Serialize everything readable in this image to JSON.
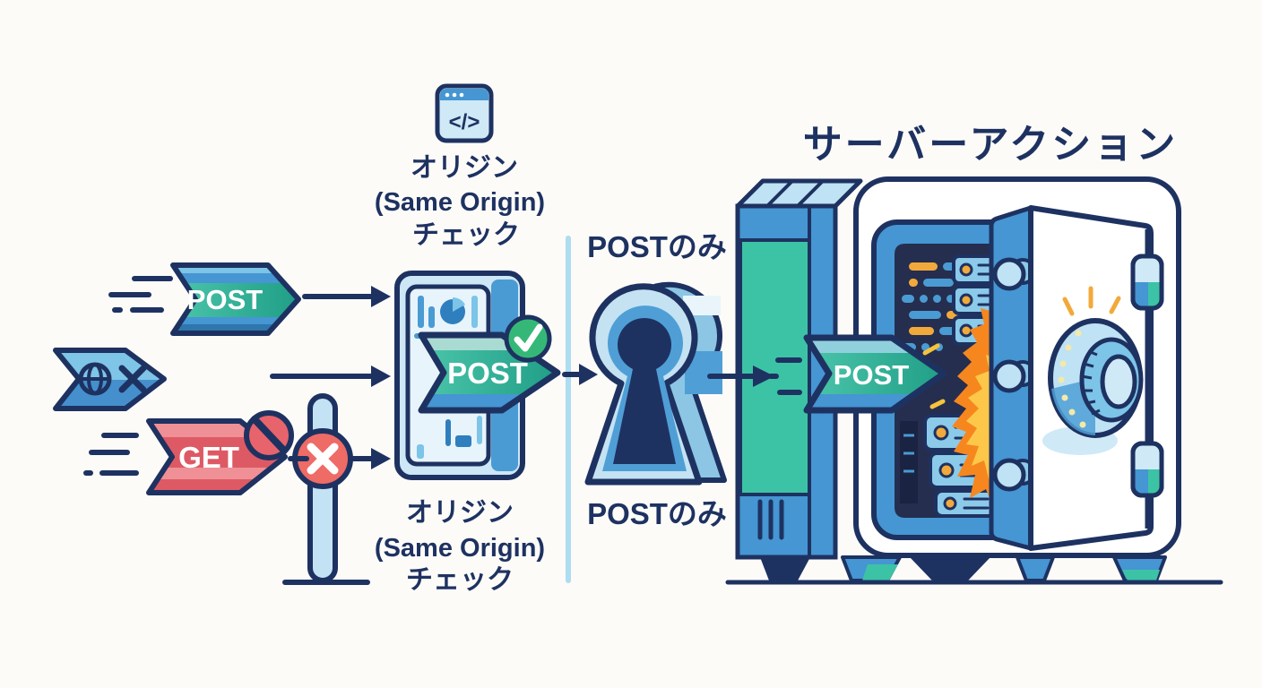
{
  "title": "サーバーアクション",
  "origin_check_top": {
    "line1": "オリジン",
    "line2": "(Same Origin)",
    "line3": "チェック"
  },
  "origin_check_bottom": {
    "line1": "オリジン",
    "line2": "(Same Origin)",
    "line3": "チェック"
  },
  "flow": {
    "post_only_top": "POSTのみ",
    "post_only_bottom": "POSTのみ"
  },
  "badges": {
    "post_incoming": {
      "label": "POST"
    },
    "get_blocked": {
      "label": "GET"
    },
    "post_same_origin": {
      "label": "POST"
    },
    "post_to_server": {
      "label": "POST"
    }
  },
  "icons": {
    "code-window-icon": "</>",
    "globe-cross-icon": "globe with cross (cross-origin request)",
    "prohibition-icon": "no-entry sign",
    "cross-circle-icon": "✕",
    "check-circle-icon": "✓",
    "keyhole-icon": "keyhole (POST-only entry)",
    "vault-icon": "open safe with server inside",
    "dial-icon": "combination dial",
    "flame-icon": "flames",
    "server-rack-icon": "server rack units",
    "arrow-icon": "→"
  },
  "colors": {
    "navy": "#1e3261",
    "blue": "#4596d3",
    "light_blue": "#bfe2f4",
    "pale_blue": "#dceff9",
    "teal": "#3cc3a6",
    "teal_dark": "#1f9d86",
    "green": "#35b877",
    "red": "#e2606b",
    "red_light": "#ef9398",
    "orange": "#f6871f",
    "yellow": "#fdc84a",
    "code_orange": "#f2a93b",
    "interior_dark": "#252e4e",
    "divider": "#aedcf0",
    "background": "#fcfbf8"
  }
}
